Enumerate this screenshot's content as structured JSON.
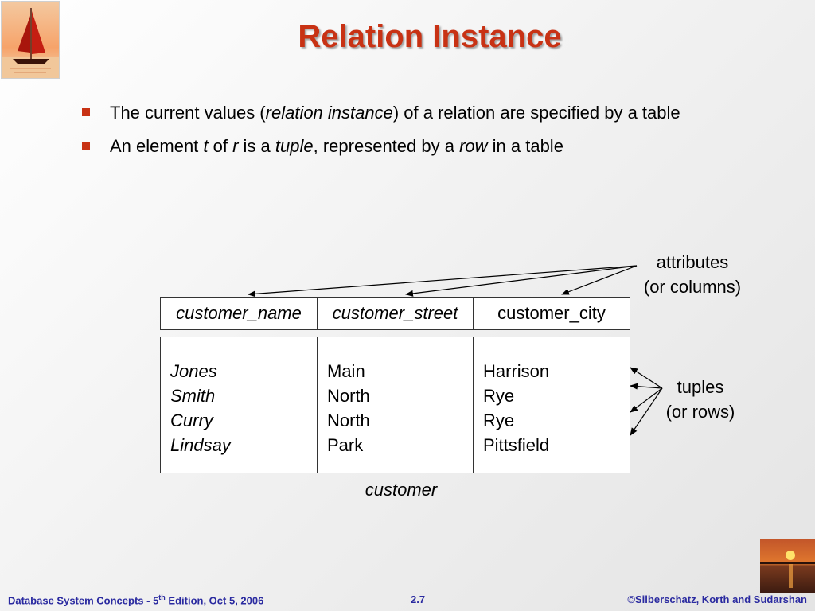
{
  "slide": {
    "title": "Relation Instance",
    "bullets": [
      {
        "parts": [
          {
            "t": "The current values ("
          },
          {
            "t": "relation instance",
            "i": true
          },
          {
            "t": ") of a relation are specified by a table"
          }
        ]
      },
      {
        "parts": [
          {
            "t": "An element "
          },
          {
            "t": "t",
            "i": true
          },
          {
            "t": " of "
          },
          {
            "t": "r",
            "i": true
          },
          {
            "t": " is a "
          },
          {
            "t": "tuple",
            "i": true
          },
          {
            "t": ", represented by a "
          },
          {
            "t": "row",
            "i": true
          },
          {
            "t": " in a table"
          }
        ]
      }
    ],
    "accent_color": "#c83214",
    "footer_color": "#2a2aa0"
  },
  "table": {
    "headers": [
      "customer_name",
      "customer_street",
      "customer_city"
    ],
    "columns": [
      [
        "Jones",
        "Smith",
        "Curry",
        "Lindsay"
      ],
      [
        "Main",
        "North",
        "North",
        "Park"
      ],
      [
        "Harrison",
        "Rye",
        "Rye",
        "Pittsfield"
      ]
    ],
    "caption": "customer"
  },
  "annotations": {
    "attributes_line1": "attributes",
    "attributes_line2": "(or columns)",
    "tuples_line1": "tuples",
    "tuples_line2": "(or rows)"
  },
  "footer": {
    "left_prefix": "Database System Concepts - 5",
    "left_sup": "th",
    "left_suffix": " Edition, Oct 5, 2006",
    "page": "2.7",
    "right": "©Silberschatz, Korth and Sudarshan"
  },
  "icons": {
    "logo": "sailboat-icon",
    "corner": "sunset-icon",
    "bullet": "square-bullet-icon"
  }
}
